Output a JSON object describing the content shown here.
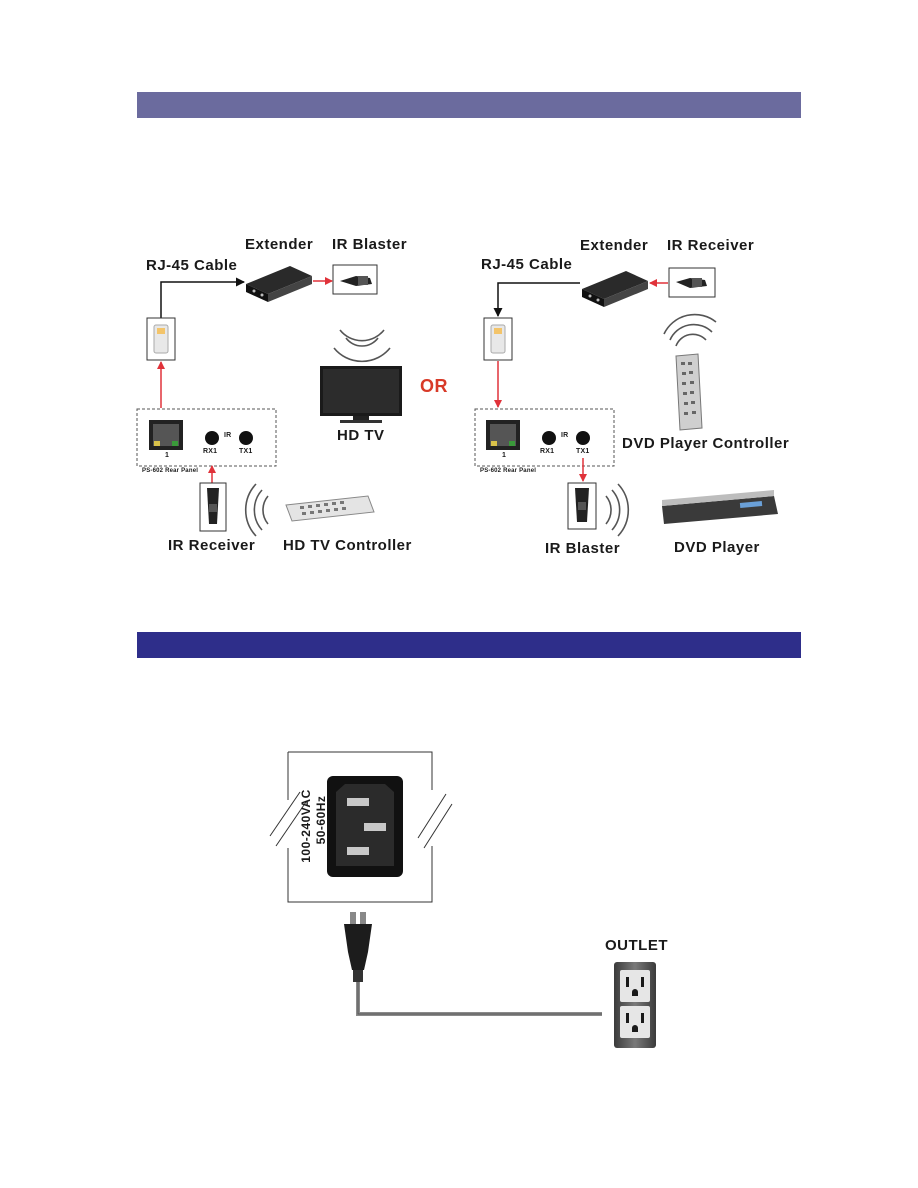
{
  "colors": {
    "band_top": "#6b6b9e",
    "band_bottom": "#2e2e8a",
    "arrow_red": "#e0323a",
    "or_red": "#d83a28"
  },
  "left_diagram": {
    "extender": "Extender",
    "ir_blaster": "IR Blaster",
    "rj45_cable": "RJ-45 Cable",
    "hd_tv": "HD TV",
    "port_number": "1",
    "ir": "IR",
    "rx1": "RX1",
    "tx1": "TX1",
    "rear_panel": "PS-602 Rear Panel",
    "ir_receiver": "IR Receiver",
    "hd_tv_controller": "HD TV Controller"
  },
  "or_label": "OR",
  "right_diagram": {
    "extender": "Extender",
    "ir_receiver": "IR Receiver",
    "rj45_cable": "RJ-45 Cable",
    "dvd_player_controller": "DVD Player Controller",
    "port_number": "1",
    "ir": "IR",
    "rx1": "RX1",
    "tx1": "TX1",
    "rear_panel": "PS-602 Rear Panel",
    "ir_blaster": "IR Blaster",
    "dvd_player": "DVD Player"
  },
  "power": {
    "voltage": "100-240VAC",
    "frequency": "50-60Hz",
    "outlet": "OUTLET"
  }
}
